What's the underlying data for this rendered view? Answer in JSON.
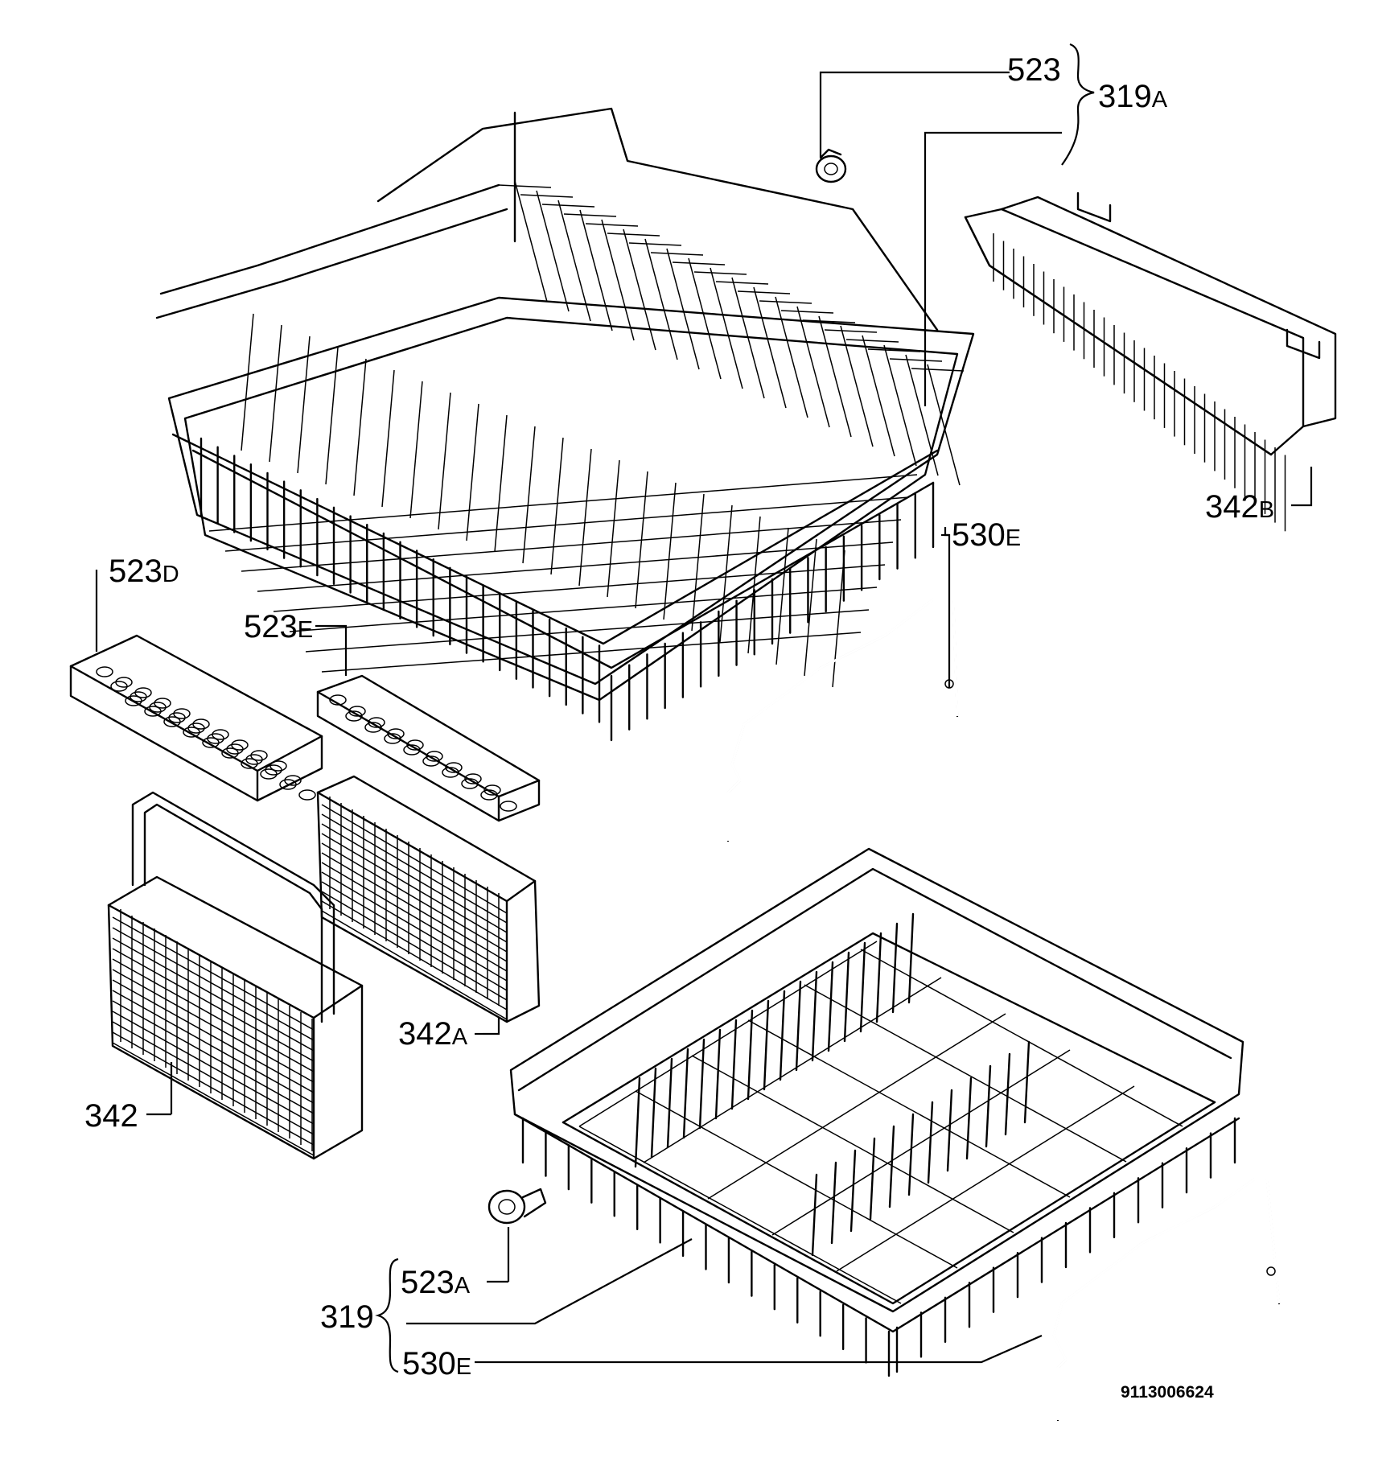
{
  "labels": {
    "p523": {
      "main": "523"
    },
    "p319a": {
      "main": "319",
      "suffix": "A"
    },
    "p342b": {
      "main": "342",
      "suffix": "B"
    },
    "p530e_top": {
      "main": "530",
      "suffix": "E"
    },
    "p523d": {
      "main": "523",
      "suffix": "D"
    },
    "p523e": {
      "main": "523",
      "suffix": "E"
    },
    "p342a": {
      "main": "342",
      "suffix": "A"
    },
    "p342": {
      "main": "342"
    },
    "p523a": {
      "main": "523",
      "suffix": "A"
    },
    "p319": {
      "main": "319"
    },
    "p530e_bottom": {
      "main": "530",
      "suffix": "E"
    }
  },
  "drawing_code": "9113006624"
}
